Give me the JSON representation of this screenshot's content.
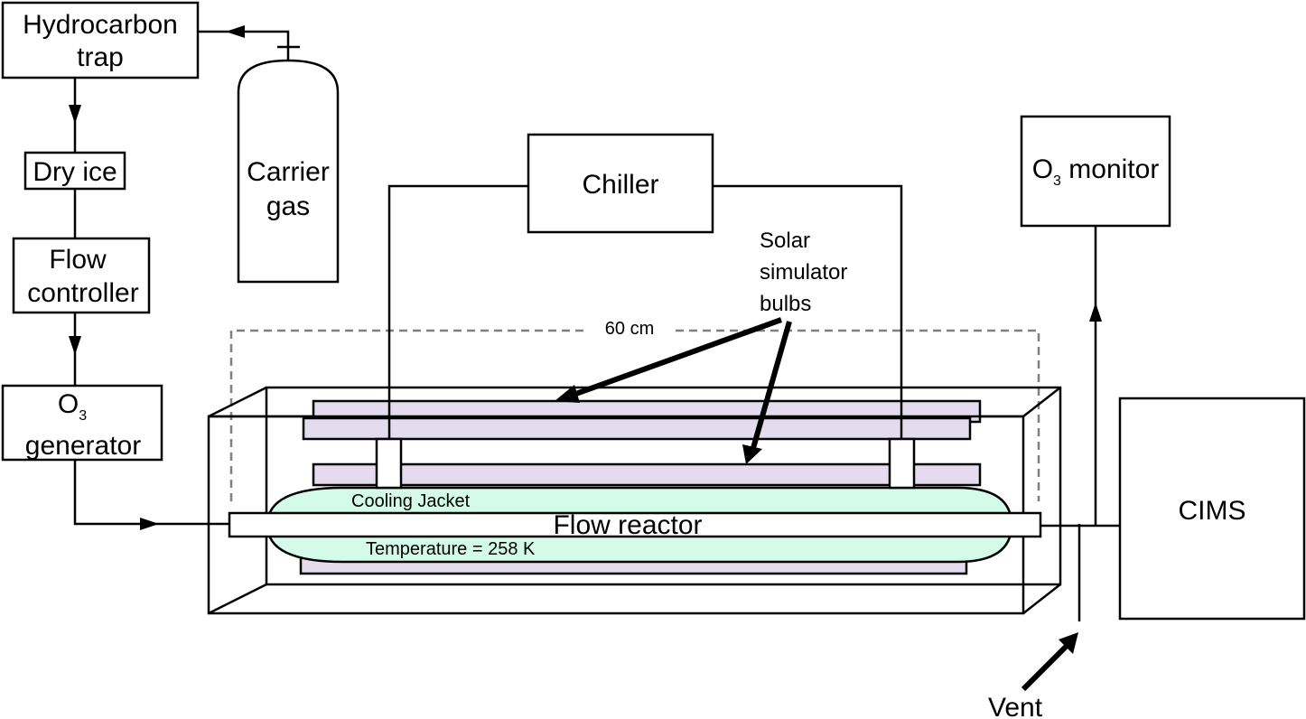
{
  "diagram": {
    "title": "Flow reactor experimental setup",
    "colors": {
      "bulb_fill": "#e4dbee",
      "jacket_fill": "#d4fbea",
      "dimension_line": "#808080",
      "line": "#000000"
    },
    "components": {
      "hydrocarbon_trap": {
        "line1": "Hydrocarbon",
        "line2": "trap"
      },
      "carrier_gas": {
        "line1": "Carrier",
        "line2": "gas"
      },
      "dry_ice": {
        "label": "Dry ice"
      },
      "flow_controller": {
        "line1": "Flow",
        "line2": "controller"
      },
      "o3_generator": {
        "formula_main": "O",
        "formula_sub": "3",
        "line2": "generator"
      },
      "chiller": {
        "label": "Chiller"
      },
      "o3_monitor": {
        "formula_main": "O",
        "formula_sub": "3",
        "rest": " monitor"
      },
      "cims": {
        "label": "CIMS"
      },
      "flow_reactor": {
        "label": "Flow reactor"
      },
      "cooling_jacket": {
        "label": "Cooling Jacket"
      },
      "temperature": {
        "label": "Temperature = 258 K"
      }
    },
    "annotations": {
      "solar_bulbs": {
        "line1": "Solar",
        "line2": "simulator",
        "line3": "bulbs"
      },
      "length": {
        "label": "60 cm"
      },
      "vent": {
        "label": "Vent"
      }
    }
  }
}
